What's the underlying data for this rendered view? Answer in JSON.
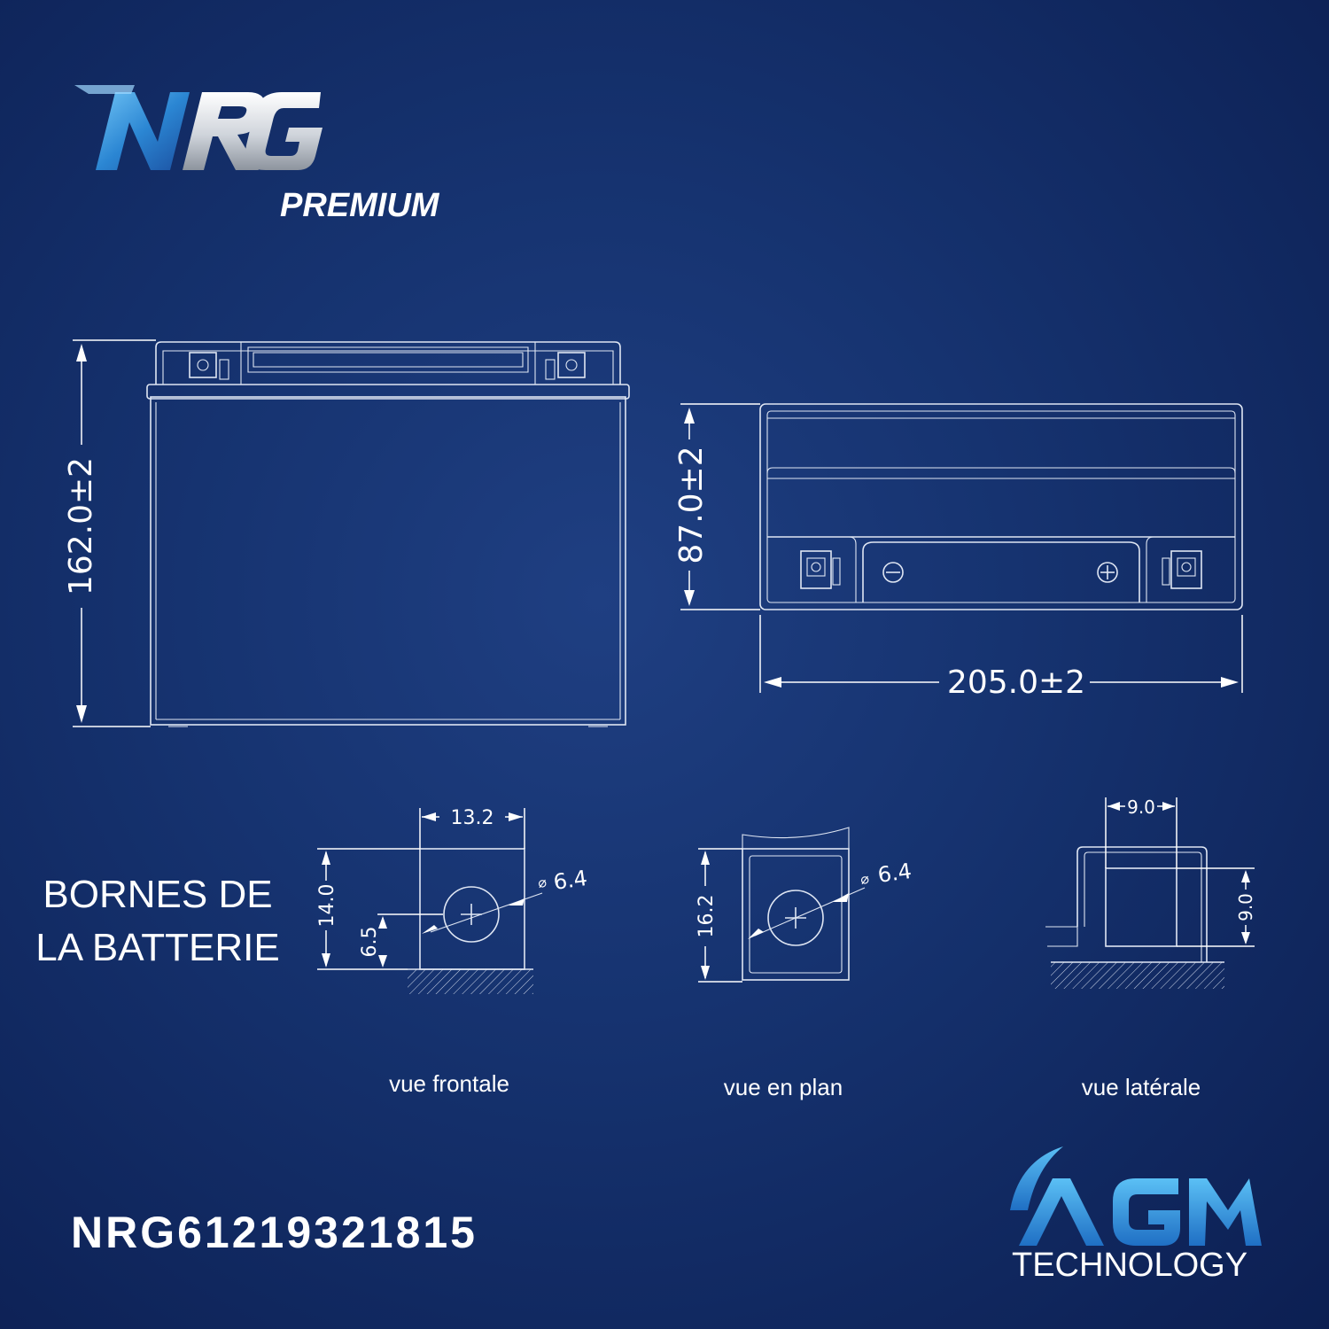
{
  "brand": {
    "logo_text": "NRG",
    "sub": "PREMIUM"
  },
  "dimensions": {
    "height": "162.0±2",
    "depth": "87.0±2",
    "length": "205.0±2"
  },
  "terminals": {
    "title_line1": "BORNES DE",
    "title_line2": "LA BATTERIE",
    "front": {
      "width": "13.2",
      "height": "14.0",
      "hole_height": "6.5",
      "diameter": "6.4",
      "caption": "vue frontale"
    },
    "plan": {
      "height": "16.2",
      "diameter": "6.4",
      "caption": "vue en plan"
    },
    "side": {
      "width": "9.0",
      "height": "9.0",
      "caption": "vue latérale"
    }
  },
  "product_code": "NRG61219321815",
  "technology": {
    "word": "AGM",
    "sub": "TECHNOLOGY"
  },
  "colors": {
    "background": "#163370",
    "logo_blue": "#2a8fd6",
    "logo_silver": "#d4d8de"
  }
}
